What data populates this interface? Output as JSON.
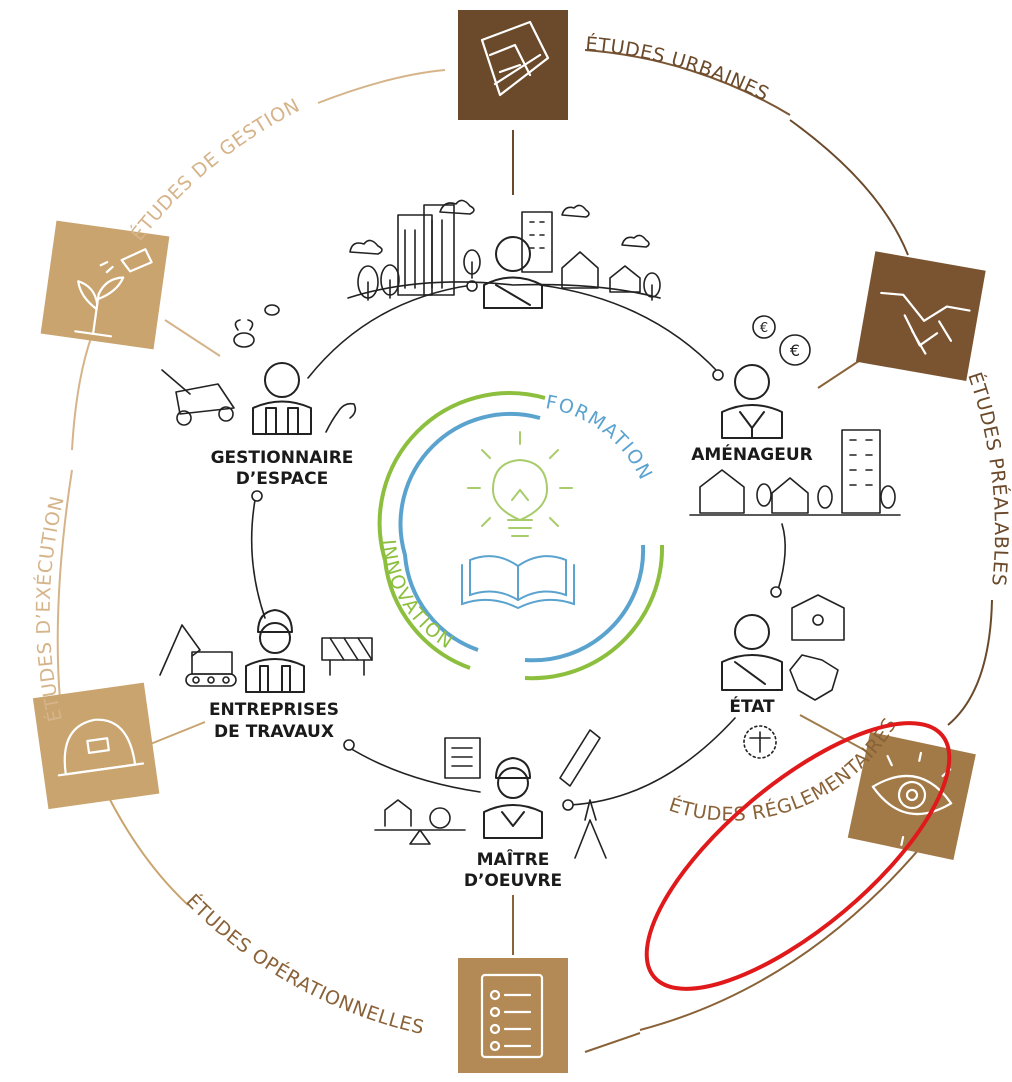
{
  "phases": {
    "etudes_urbaines": "ÉTUDES URBAINES",
    "etudes_prealables": "ÉTUDES PRÉALABLES",
    "etudes_reglementaires": "ÉTUDES RÉGLEMENTAIRES",
    "etudes_operationnelles": "ÉTUDES OPÉRATIONNELLES",
    "etudes_execution": "ÉTUDES D’EXÉCUTION",
    "etudes_gestion": "ÉTUDES DE GESTION"
  },
  "actors": {
    "gestionnaire_line1": "GESTIONNAIRE",
    "gestionnaire_line2": "D’ESPACE",
    "amenageur": "AMÉNAGEUR",
    "etat": "ÉTAT",
    "maitre_line1": "MAÎTRE",
    "maitre_line2": "D’OEUVRE",
    "entreprises_line1": "ENTREPRISES",
    "entreprises_line2": "DE TRAVAUX"
  },
  "center": {
    "formation": "FORMATION",
    "innovation": "INNOVATION"
  },
  "colors": {
    "dark_brown": "#6b4a2b",
    "mid_brown": "#8a6238",
    "light_tan": "#c9a46f",
    "tan_label": "#d6b48a",
    "formation_blue": "#5ba3cf",
    "innovation_green": "#8dbf3f",
    "highlight_red": "#e0191b"
  },
  "icons": {
    "urbaines": "city-map-icon",
    "prealables": "handshake-icon",
    "reglementaires": "eye-icon",
    "operationnelles": "checklist-icon",
    "execution": "hard-hat-icon",
    "gestion": "watering-plant-icon",
    "center": "lightbulb-book-icon"
  }
}
